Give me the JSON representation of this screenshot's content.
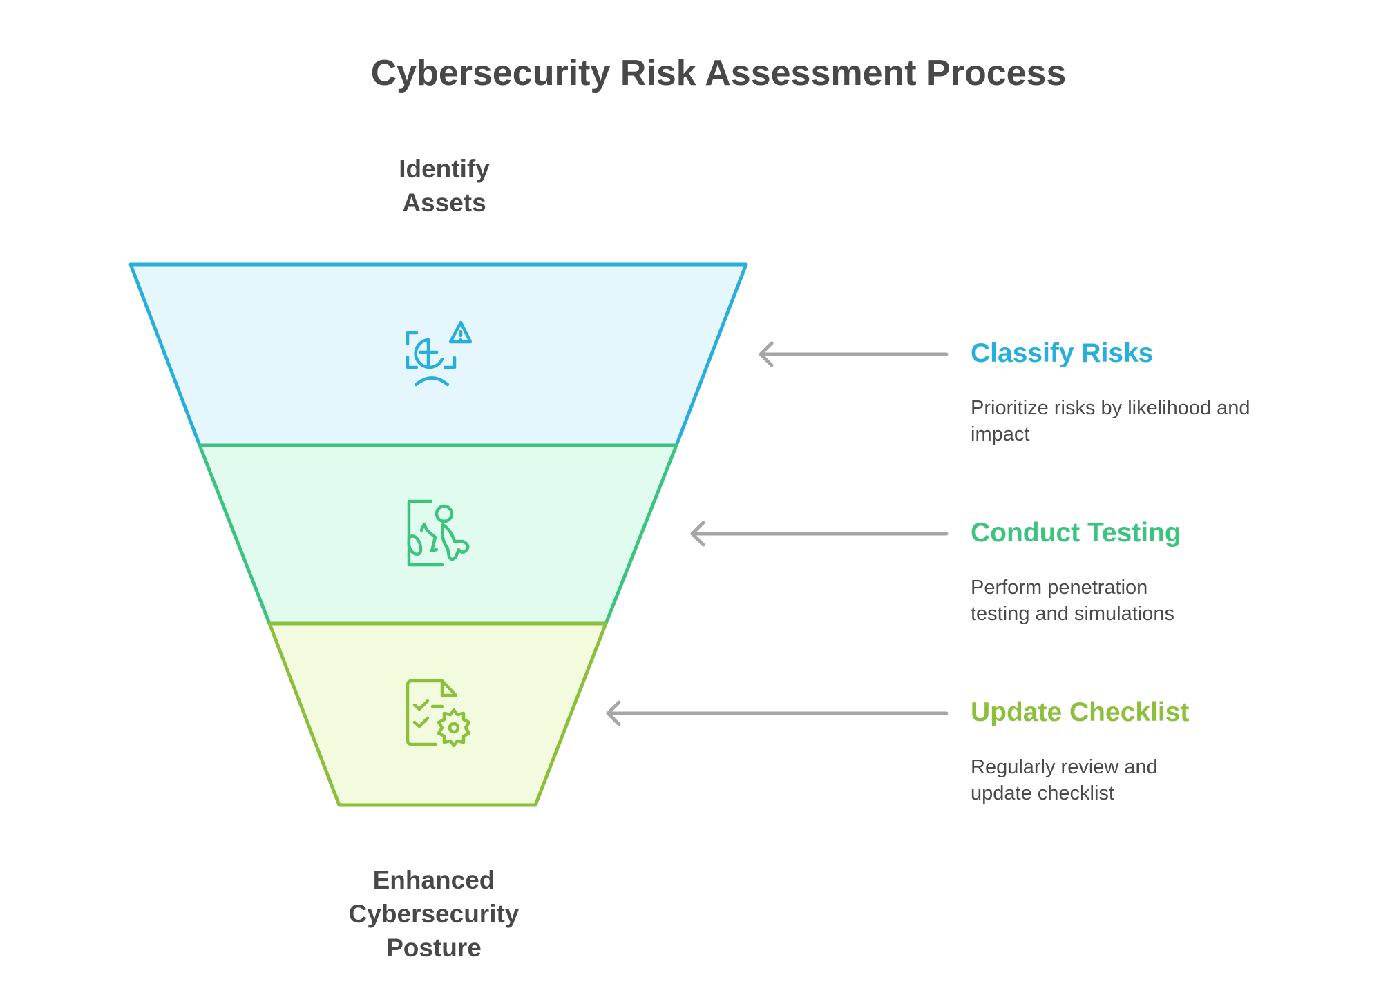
{
  "title": "Cybersecurity Risk Assessment Process",
  "top_label": "Identify Assets",
  "bottom_label": "Enhanced Cybersecurity Posture",
  "colors": {
    "text_dark": "#484848",
    "arrow": "#a6a6a6"
  },
  "stages": [
    {
      "title": "Classify Risks",
      "description": "Prioritize risks by likelihood and impact",
      "icon": "globe-warning-icon",
      "stroke": "#27aedb",
      "fill": "#e5f7fc"
    },
    {
      "title": "Conduct Testing",
      "description": "Perform penetration testing and simulations",
      "icon": "person-breaking-door-icon",
      "stroke": "#3cc37f",
      "fill": "#e1fbee"
    },
    {
      "title": "Update Checklist",
      "description": "Regularly review and update checklist",
      "icon": "checklist-gear-icon",
      "stroke": "#8bbf3c",
      "fill": "#f2fbde"
    }
  ]
}
